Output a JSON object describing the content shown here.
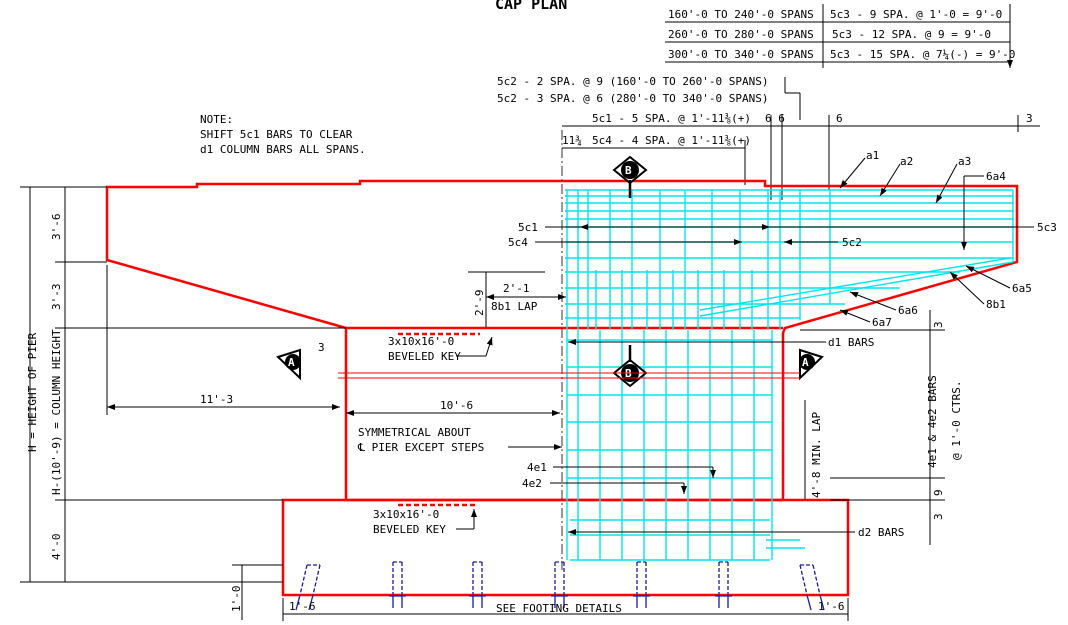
{
  "title": "CAP PLAN",
  "spans": [
    {
      "range": "160'-0 TO 240'-0 SPANS",
      "spacing": "5c3 - 9 SPA. @ 1'-0 = 9'-0"
    },
    {
      "range": "260'-0 TO 280'-0 SPANS",
      "spacing": "5c3 - 12 SPA. @ 9 = 9'-0"
    },
    {
      "range": "300'-0 TO 340'-0 SPANS",
      "spacing": "5c3 - 15 SPA. @ 7¼(-) = 9'-0"
    }
  ],
  "c2_notes": [
    "5c2 - 2 SPA. @ 9 (160'-0 TO 260'-0 SPANS)",
    "5c2 - 3 SPA. @ 6 (280'-0 TO 340'-0 SPANS)"
  ],
  "note": {
    "heading": "NOTE:",
    "lines": [
      "SHIFT 5c1 BARS TO CLEAR",
      "d1 COLUMN BARS ALL SPANS."
    ]
  },
  "dims_top": {
    "c1": "5c1 - 5 SPA. @ 1'-11⅜(+)",
    "c4": "5c4 - 4 SPA. @ 1'-11⅜(+)",
    "eleven": "11¾",
    "six_six": "6 6",
    "six": "6",
    "three": "3"
  },
  "bar_labels": {
    "a1": "a1",
    "a2": "a2",
    "a3": "a3",
    "a4": "6a4",
    "c3": "5c3",
    "c1": "5c1",
    "c4": "5c4",
    "c2": "5c2",
    "a5": "6a5",
    "b1": "8b1",
    "a6": "6a6",
    "a7": "6a7",
    "d1": "d1 BARS",
    "d2": "d2 BARS",
    "e1": "4e1",
    "e2": "4e2"
  },
  "dims_left": {
    "h36": "3'-6",
    "h33": "3'-3",
    "h29": "2'-9",
    "lap21": "2'-1",
    "lap_label": "8b1 LAP",
    "col_height": "H-(10'-9) = COLUMN HEIGHT",
    "pier_height": "H = HEIGHT OF PIER",
    "h40": "4'-0",
    "h10": "1'-0"
  },
  "dims_mid": {
    "w113": "11'-3",
    "w106": "10'-6",
    "three": "3",
    "key1": [
      "3x10x16'-0",
      "BEVELED KEY"
    ],
    "key2": [
      "3x10x16'-0",
      "BEVELED KEY"
    ],
    "symmetric": [
      "SYMMETRICAL ABOUT",
      "℄ PIER EXCEPT STEPS"
    ]
  },
  "dims_right": {
    "three_a": "3",
    "bars_note": [
      "4e1 & 4e2 BARS",
      "@ 1'-0 CTRS."
    ],
    "minlap": "4'-8 MIN. LAP",
    "nine": "9",
    "three_b": "3"
  },
  "bottom": {
    "left": "1'-6",
    "right": "1'-6",
    "footing": "SEE FOOTING DETAILS"
  },
  "sections": {
    "a": "A",
    "b": "B"
  }
}
